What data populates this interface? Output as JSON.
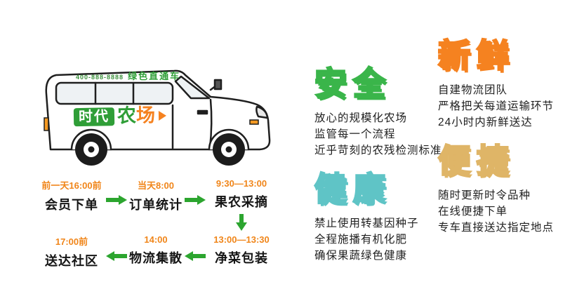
{
  "van": {
    "phone_text": "400-888-8888",
    "banner_text": "绿色直通车",
    "logo_box": "时代",
    "logo_char_1": "农",
    "logo_char_2": "场",
    "accent_green": "#2f9e37",
    "accent_orange": "#f58220"
  },
  "timeline": {
    "time_color": "#f08519",
    "arrow_color": "#2ca52f",
    "steps": [
      {
        "time": "前一天16:00前",
        "label": "会员下单"
      },
      {
        "time": "当天8:00",
        "label": "订单统计"
      },
      {
        "time": "9:30—13:00",
        "label": "果农采摘"
      },
      {
        "time": "13:00—13:30",
        "label": "净菜包装"
      },
      {
        "time": "14:00",
        "label": "物流集散"
      },
      {
        "time": "17:00前",
        "label": "送达社区"
      }
    ]
  },
  "features": [
    {
      "title": "安全",
      "color": "#3ab54a",
      "lines": [
        "放心的规模化农场",
        "监管每一个流程",
        "近乎苛刻的农残检测标准"
      ]
    },
    {
      "title": "健康",
      "color": "#5fc4c6",
      "lines": [
        "禁止使用转基因种子",
        "全程施播有机化肥",
        "确保果蔬绿色健康"
      ]
    },
    {
      "title": "新鲜",
      "color": "#f58220",
      "lines": [
        "自建物流团队",
        "严格把关每道运输环节",
        "24小时内新鲜送达"
      ]
    },
    {
      "title": "便捷",
      "color": "#dfb567",
      "lines": [
        "随时更新时令品种",
        "在线便捷下单",
        "专车直接送达指定地点"
      ]
    }
  ]
}
